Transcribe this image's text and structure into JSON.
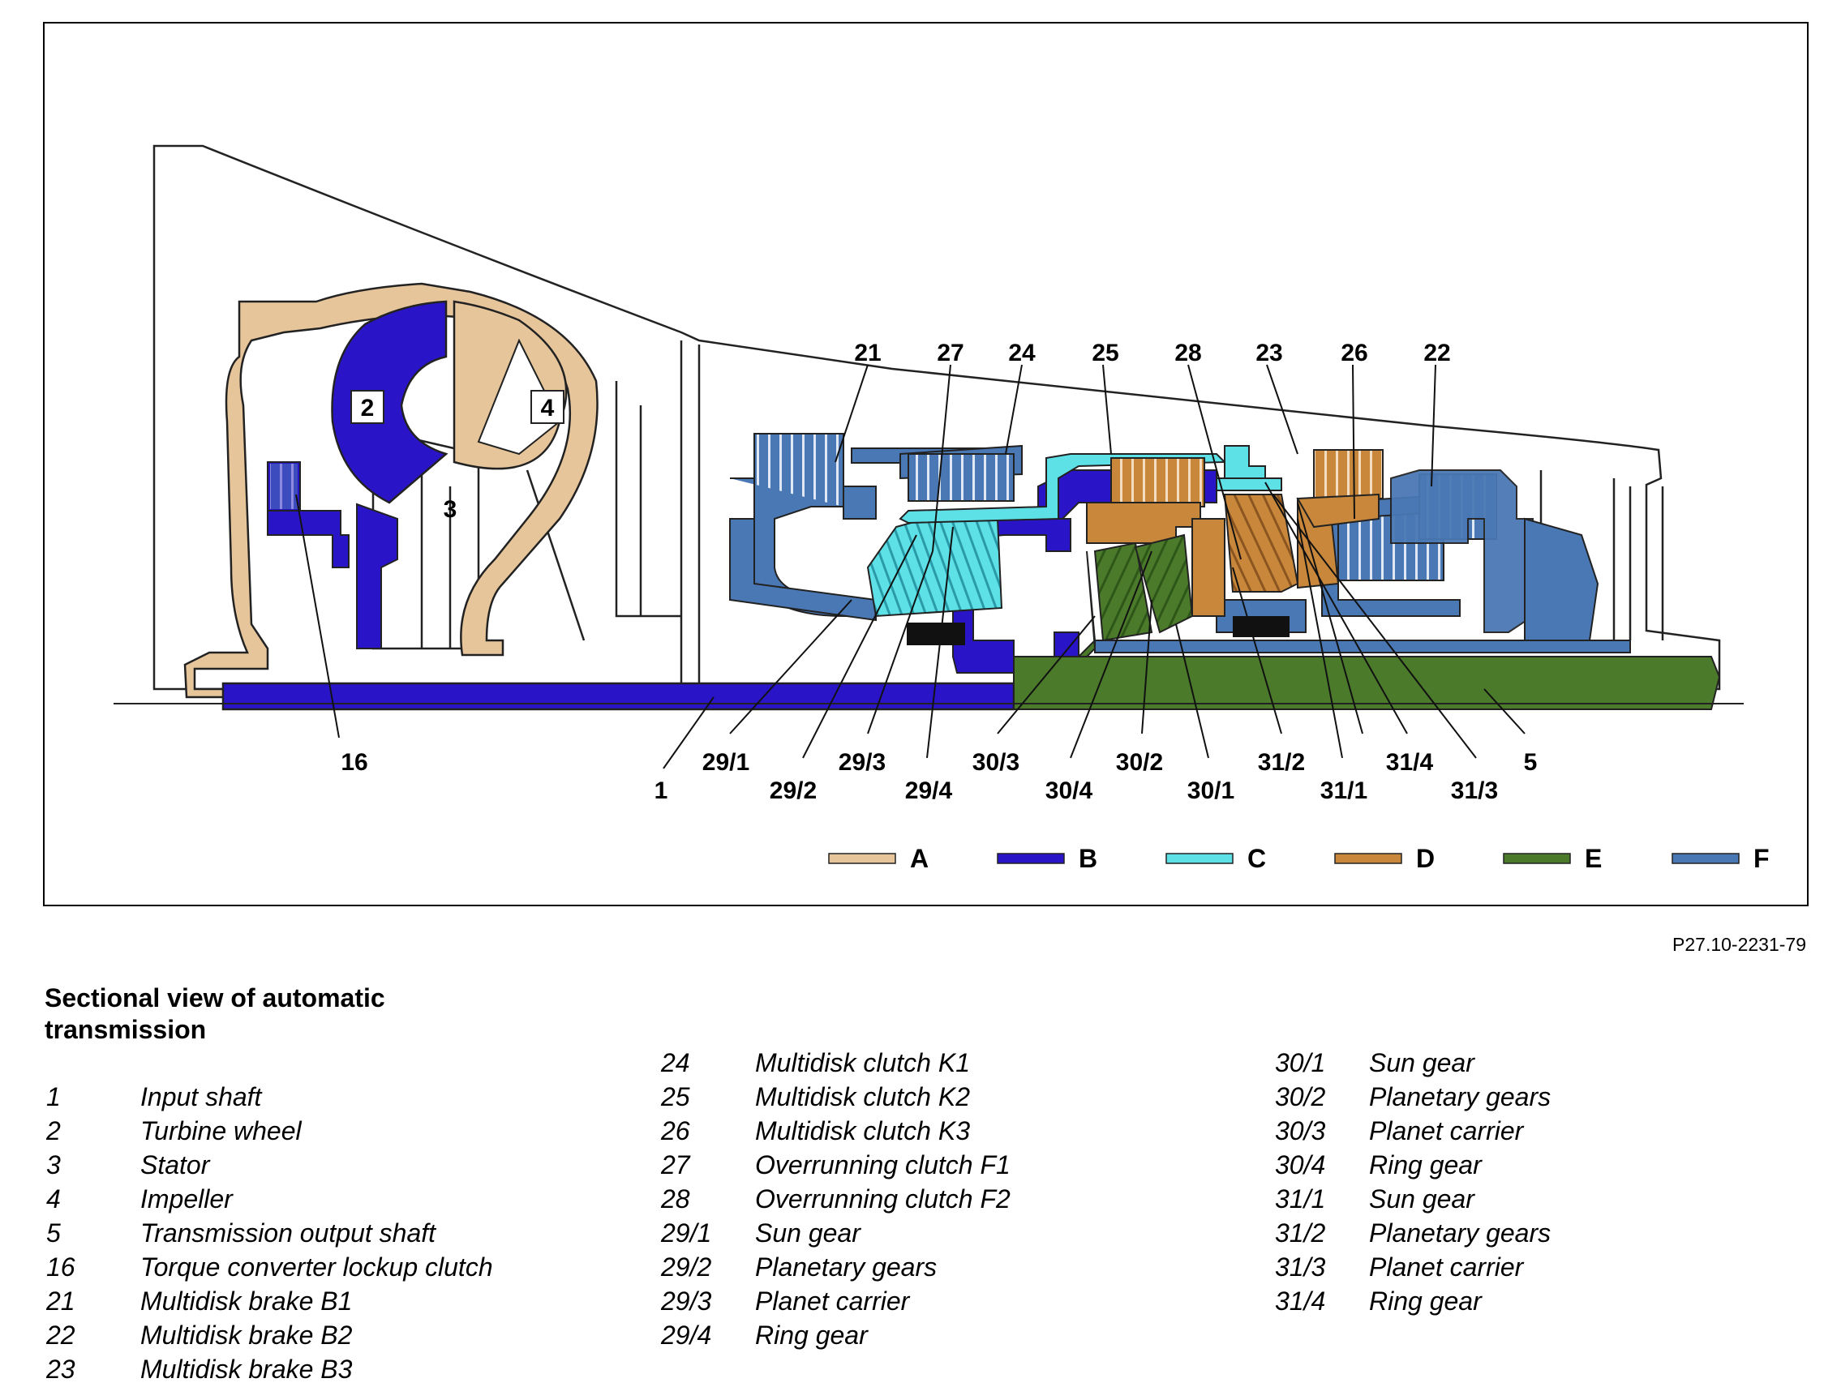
{
  "figure_ref": "P27.10-2231-79",
  "caption_line1": "Sectional view of automatic",
  "caption_line2": "transmission",
  "colors": {
    "A": "#e7c59a",
    "B": "#2a14c8",
    "C": "#5de0e6",
    "D": "#c8873a",
    "E": "#4a7a2a",
    "F": "#4a78b4",
    "housing": "#ffffff",
    "line": "#222222"
  },
  "badges": {
    "turbine": "2",
    "impeller": "4",
    "stator": "3"
  },
  "callouts_top": [
    "21",
    "27",
    "24",
    "25",
    "28",
    "23",
    "26",
    "22"
  ],
  "callouts_bottom": [
    "16",
    "1",
    "29/1",
    "29/2",
    "29/3",
    "29/4",
    "30/3",
    "30/4",
    "30/2",
    "30/1",
    "31/2",
    "31/1",
    "31/4",
    "31/3",
    "5"
  ],
  "legend_swatches": [
    {
      "letter": "A",
      "color": "#e7c59a"
    },
    {
      "letter": "B",
      "color": "#2a14c8"
    },
    {
      "letter": "C",
      "color": "#5de0e6"
    },
    {
      "letter": "D",
      "color": "#c8873a"
    },
    {
      "letter": "E",
      "color": "#4a7a2a"
    },
    {
      "letter": "F",
      "color": "#4a78b4"
    }
  ],
  "parts_col1": [
    {
      "num": "1",
      "name": "Input shaft"
    },
    {
      "num": "2",
      "name": "Turbine wheel"
    },
    {
      "num": "3",
      "name": "Stator"
    },
    {
      "num": "4",
      "name": "Impeller"
    },
    {
      "num": "5",
      "name": "Transmission output shaft"
    },
    {
      "num": "16",
      "name": "Torque converter lockup clutch"
    },
    {
      "num": "21",
      "name": "Multidisk brake B1"
    },
    {
      "num": "22",
      "name": "Multidisk brake B2"
    },
    {
      "num": "23",
      "name": "Multidisk brake B3"
    }
  ],
  "parts_col2": [
    {
      "num": "24",
      "name": "Multidisk clutch K1"
    },
    {
      "num": "25",
      "name": "Multidisk clutch K2"
    },
    {
      "num": "26",
      "name": "Multidisk clutch K3"
    },
    {
      "num": "27",
      "name": "Overrunning clutch F1"
    },
    {
      "num": "28",
      "name": "Overrunning clutch F2"
    },
    {
      "num": "29/1",
      "name": "Sun gear"
    },
    {
      "num": "29/2",
      "name": "Planetary gears"
    },
    {
      "num": "29/3",
      "name": "Planet carrier"
    },
    {
      "num": "29/4",
      "name": "Ring gear"
    }
  ],
  "parts_col3": [
    {
      "num": "30/1",
      "name": "Sun gear"
    },
    {
      "num": "30/2",
      "name": "Planetary gears"
    },
    {
      "num": "30/3",
      "name": "Planet carrier"
    },
    {
      "num": "30/4",
      "name": "Ring gear"
    },
    {
      "num": "31/1",
      "name": "Sun gear"
    },
    {
      "num": "31/2",
      "name": "Planetary gears"
    },
    {
      "num": "31/3",
      "name": "Planet carrier"
    },
    {
      "num": "31/4",
      "name": "Ring gear"
    }
  ]
}
